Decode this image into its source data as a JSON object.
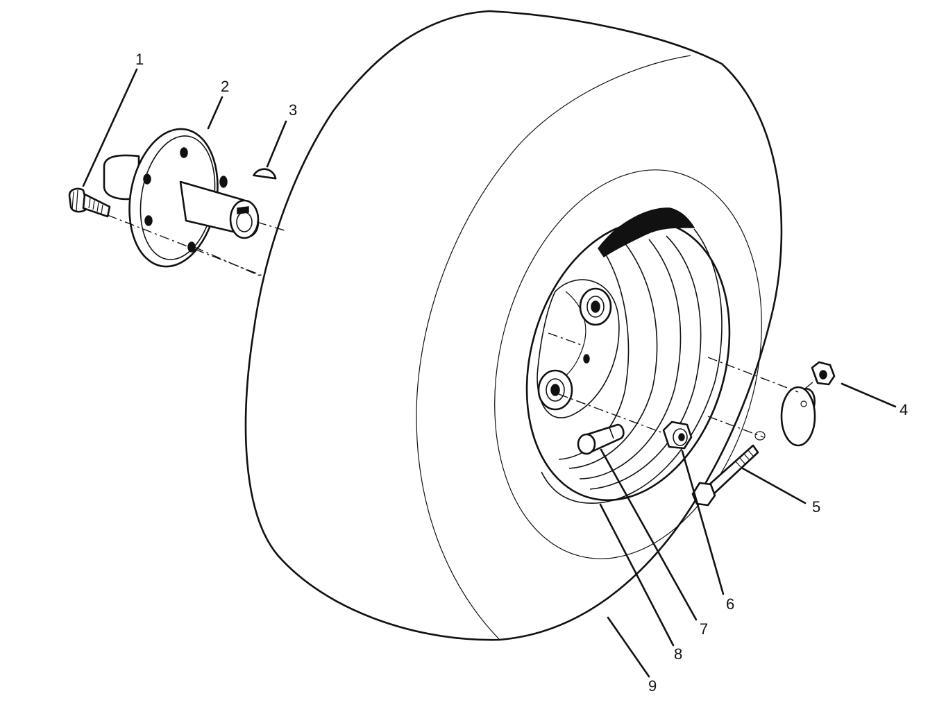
{
  "callouts": [
    {
      "id": "1",
      "label": "1",
      "part": "lug-bolt"
    },
    {
      "id": "2",
      "label": "2",
      "part": "wheel-hub"
    },
    {
      "id": "3",
      "label": "3",
      "part": "woodruff-key"
    },
    {
      "id": "4",
      "label": "4",
      "part": "lock-nut"
    },
    {
      "id": "5",
      "label": "5",
      "part": "bolt"
    },
    {
      "id": "6",
      "label": "6",
      "part": "lug-nut"
    },
    {
      "id": "7",
      "label": "7",
      "part": "valve-stem"
    },
    {
      "id": "8",
      "label": "8",
      "part": "wheel-rim"
    },
    {
      "id": "9",
      "label": "9",
      "part": "tire"
    }
  ],
  "colors": {
    "line": "#111111",
    "background": "#ffffff"
  }
}
